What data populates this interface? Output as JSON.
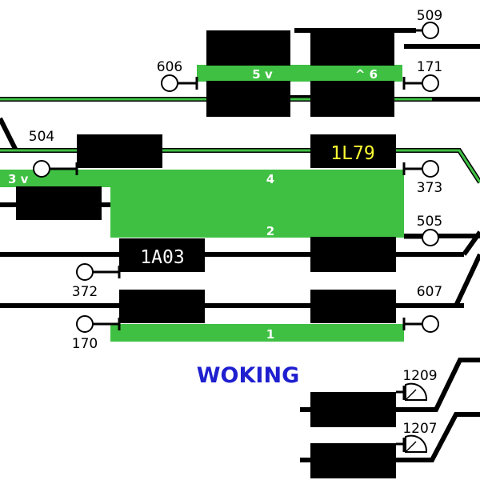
{
  "station_name": "WOKING",
  "colors": {
    "track": "#000000",
    "platform": "#3fc043",
    "route_set": "#3fc043",
    "berth": "#000000",
    "station_label": "#1f1fd0",
    "berth_text_default": "#ffffff",
    "berth_text_highlight": "#ffff33"
  },
  "platforms": [
    {
      "id": "p5",
      "label": "5 v"
    },
    {
      "id": "p6",
      "label": "^ 6"
    },
    {
      "id": "p3",
      "label": "3 v"
    },
    {
      "id": "p4",
      "label": "4"
    },
    {
      "id": "p2",
      "label": "2"
    },
    {
      "id": "p1",
      "label": "1"
    }
  ],
  "berths": [
    {
      "id": "b-1l79",
      "text": "1L79"
    },
    {
      "id": "b-1a03",
      "text": "1A03"
    }
  ],
  "signals": [
    {
      "id": "509",
      "label": "509"
    },
    {
      "id": "606",
      "label": "606"
    },
    {
      "id": "171",
      "label": "171"
    },
    {
      "id": "504",
      "label": "504"
    },
    {
      "id": "373",
      "label": "373"
    },
    {
      "id": "505",
      "label": "505"
    },
    {
      "id": "372",
      "label": "372"
    },
    {
      "id": "607",
      "label": "607"
    },
    {
      "id": "170",
      "label": "170"
    },
    {
      "id": "1209",
      "label": "1209"
    },
    {
      "id": "1207",
      "label": "1207"
    }
  ]
}
